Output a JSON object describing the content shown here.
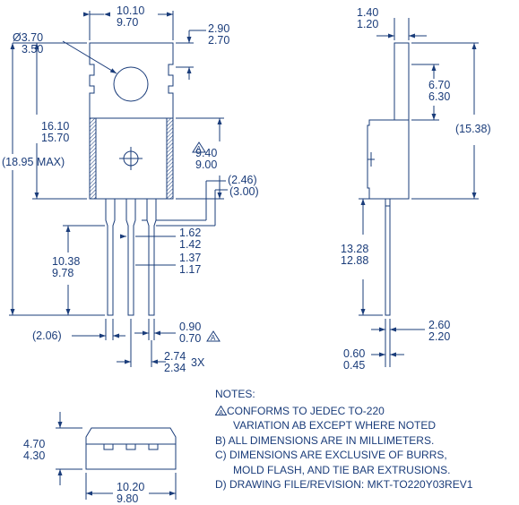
{
  "colors": {
    "line": "#1a3c7a",
    "hatch": "#1a3c7a"
  },
  "front": {
    "width": [
      "10.10",
      "9.70"
    ],
    "hole": [
      "Ø3.70",
      "3.50"
    ],
    "tab_top": [
      "2.90",
      "2.70"
    ],
    "body_h": [
      "16.10",
      "15.70"
    ],
    "overall_h": "(18.95 MAX)",
    "mold_h": [
      "9.40",
      "9.00"
    ],
    "tab_ref": "(2.46)",
    "tab_ref2": "(3.00)",
    "lead_w_top": [
      "1.62",
      "1.42"
    ],
    "lead_w": [
      "1.37",
      "1.17"
    ],
    "lead_len": [
      "10.38",
      "9.78"
    ],
    "lead_off": "(2.06)",
    "lead_t": [
      "0.90",
      "0.70"
    ],
    "pitch": [
      "2.74",
      "2.34"
    ],
    "pitch_qty": "3X"
  },
  "side": {
    "tab_t": [
      "1.40",
      "1.20"
    ],
    "tab_ht": [
      "6.70",
      "6.30"
    ],
    "overall": "(15.38)",
    "lead_len": [
      "13.28",
      "12.88"
    ],
    "body_w": [
      "2.60",
      "2.20"
    ],
    "lead_t": [
      "0.60",
      "0.45"
    ]
  },
  "bottom": {
    "height": [
      "4.70",
      "4.30"
    ],
    "width": [
      "10.20",
      "9.80"
    ]
  },
  "marker": "A",
  "notes": {
    "title": "NOTES:",
    "a1": "CONFORMS TO JEDEC TO-220",
    "a2": "VARIATION AB EXCEPT WHERE NOTED",
    "b": "B) ALL DIMENSIONS ARE IN MILLIMETERS.",
    "c1": "C) DIMENSIONS ARE EXCLUSIVE OF BURRS,",
    "c2": "MOLD FLASH, AND TIE BAR EXTRUSIONS.",
    "d": "D) DRAWING FILE/REVISION: MKT-TO220Y03REV1"
  }
}
